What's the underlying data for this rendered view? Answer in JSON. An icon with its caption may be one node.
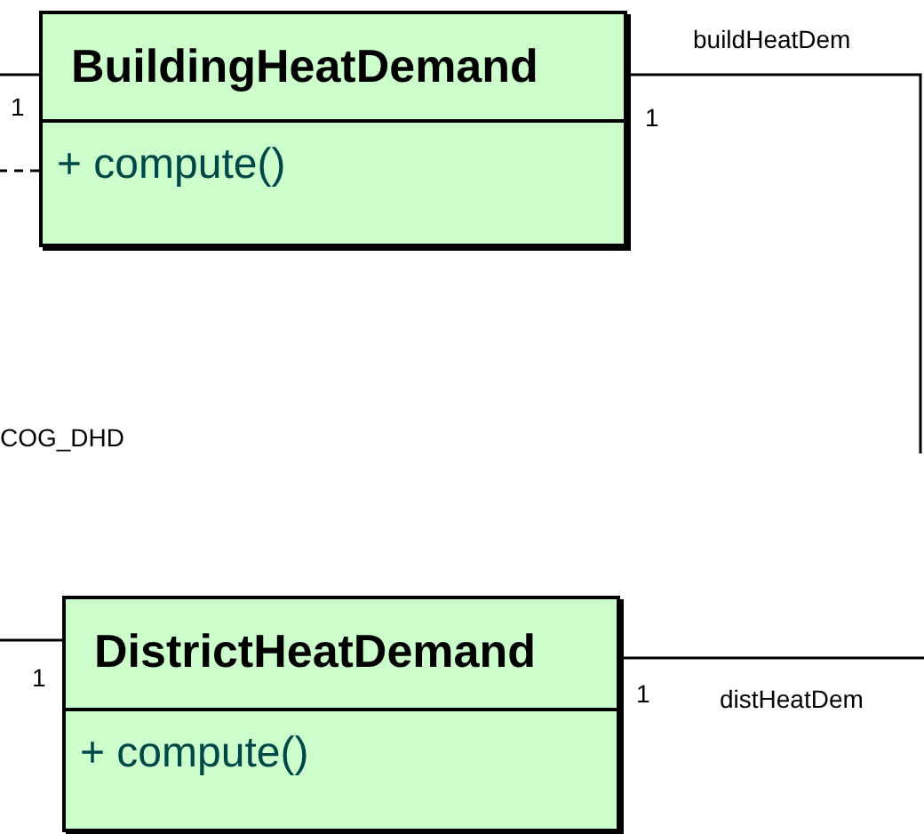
{
  "diagram": {
    "nodes": [
      {
        "text": [
          "BuildingHeatDemand",
          "+ compute()"
        ]
      },
      {
        "text": [
          "DistrictHeatDemand",
          "+ compute()"
        ]
      }
    ],
    "edges": [
      {
        "from": 0,
        "to": null,
        "arrow": "none"
      },
      {
        "from": 0,
        "to": null,
        "arrow": "none",
        "style": "dashed"
      },
      {
        "from": 0,
        "to": null,
        "arrow": "none",
        "label": "buildHeatDem"
      },
      {
        "from": 1,
        "to": null,
        "arrow": "none"
      },
      {
        "from": 1,
        "to": null,
        "arrow": "none",
        "label": "distHeatDem"
      }
    ],
    "labels": [
      "1",
      "1",
      "COG_DHD",
      "1",
      "1"
    ]
  }
}
